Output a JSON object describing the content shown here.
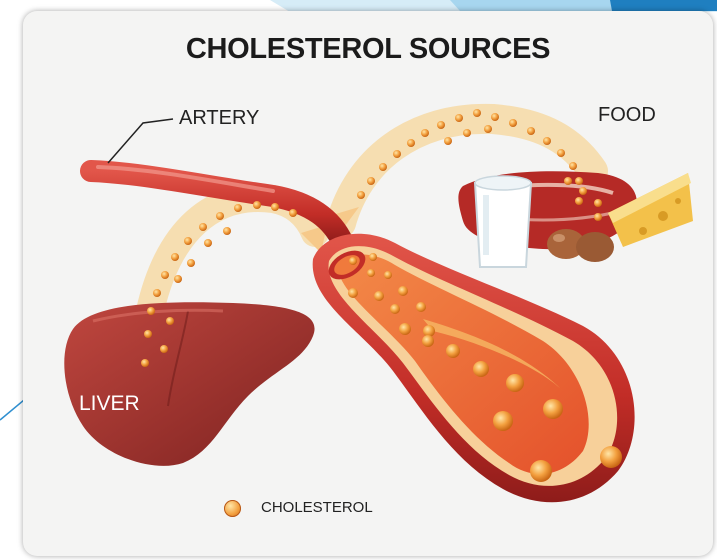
{
  "title": "CHOLESTEROL SOURCES",
  "labels": {
    "artery": "ARTERY",
    "food": "FOOD",
    "liver": "LIVER"
  },
  "legend": {
    "icon": "cholesterol-particle-icon",
    "text": "CHOLESTEROL"
  },
  "colors": {
    "artery_outer": "#c9302a",
    "artery_inner": "#f07a3c",
    "plaque": "#f7c873",
    "liver": "#9e2f2b",
    "particle": "#f3a03f",
    "arrow_path": "#f6d9a4"
  }
}
